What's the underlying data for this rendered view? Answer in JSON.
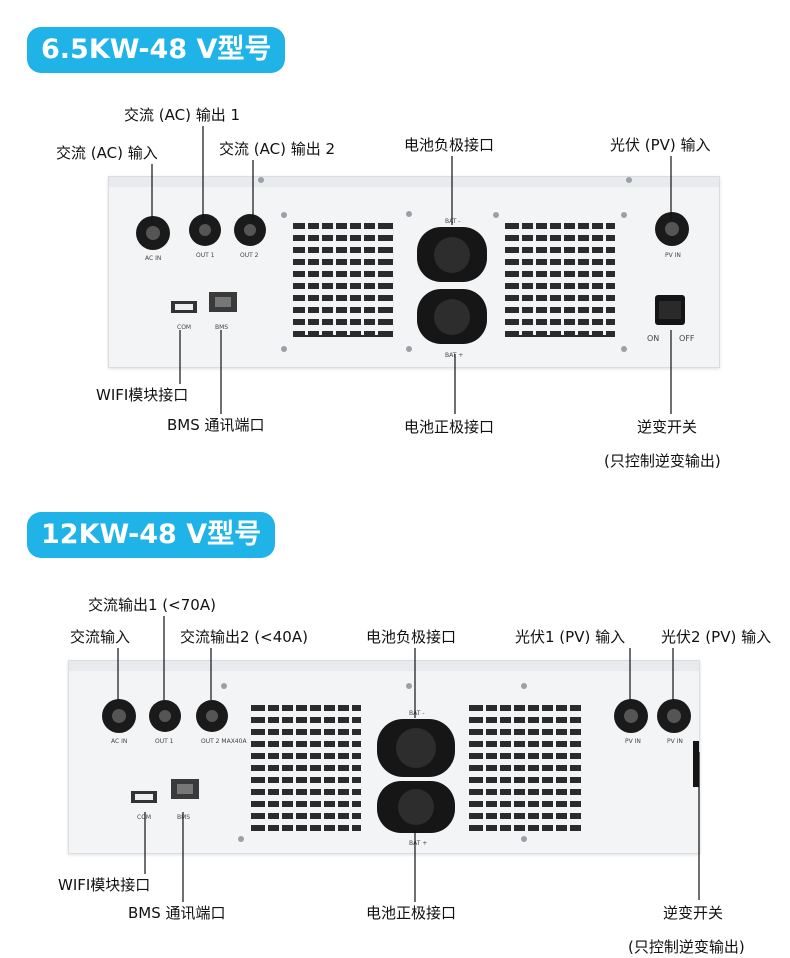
{
  "section1": {
    "title": "6.5KW-48 V型号",
    "labels": {
      "ac_in": "交流 (AC) 输入",
      "ac_out1": "交流 (AC) 输出 1",
      "ac_out2": "交流 (AC) 输出 2",
      "bat_neg": "电池负极接口",
      "pv_in": "光伏 (PV) 输入",
      "wifi": "WIFI模块接口",
      "bms": "BMS 通讯端口",
      "bat_pos": "电池正极接口",
      "switch": "逆变开关",
      "switch_note": "(只控制逆变输出)"
    },
    "panel_text": {
      "ac_in": "AC IN",
      "out1": "OUT 1",
      "out2": "OUT 2",
      "bat_minus": "BAT -",
      "bat_plus": "BAT +",
      "pv_in": "PV IN",
      "com": "COM",
      "bms": "BMS",
      "on": "ON",
      "off": "OFF"
    }
  },
  "section2": {
    "title": "12KW-48 V型号",
    "labels": {
      "ac_in": "交流输入",
      "ac_out1": "交流输出1 (<70A)",
      "ac_out2": "交流输出2 (<40A)",
      "bat_neg": "电池负极接口",
      "pv1": "光伏1 (PV) 输入",
      "pv2": "光伏2 (PV) 输入",
      "wifi": "WIFI模块接口",
      "bms": "BMS 通讯端口",
      "bat_pos": "电池正极接口",
      "switch": "逆变开关",
      "switch_note": "(只控制逆变输出)"
    },
    "panel_text": {
      "ac_in": "AC IN",
      "out1": "OUT 1",
      "out2": "OUT 2 MAX40A",
      "bat_minus": "BAT -",
      "bat_plus": "BAT +",
      "pv1_in": "PV IN",
      "pv2_in": "PV IN",
      "com": "COM",
      "bms": "BMS"
    }
  }
}
